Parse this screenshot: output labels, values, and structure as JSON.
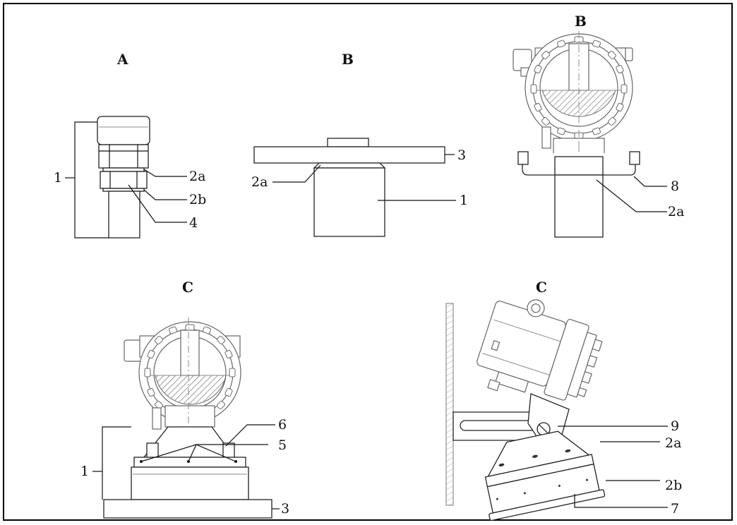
{
  "views": {
    "a": {
      "header": "A",
      "labels": {
        "housing": "1",
        "seal_top": "2a",
        "seal_bottom": "2b",
        "nut": "4"
      }
    },
    "b_flange": {
      "header": "B",
      "labels": {
        "flange": "3",
        "seal": "2a",
        "housing": "1"
      }
    },
    "b_bracket": {
      "header": "B",
      "labels": {
        "bracket": "8",
        "seal": "2a"
      }
    },
    "c_flange": {
      "header": "C",
      "labels": {
        "clamp": "6",
        "screws": "5",
        "sensor": "1",
        "flange": "3"
      }
    },
    "c_wall": {
      "header": "C",
      "labels": {
        "arm": "9",
        "seal_top": "2a",
        "seal_bottom": "2b",
        "plate": "7"
      }
    }
  }
}
